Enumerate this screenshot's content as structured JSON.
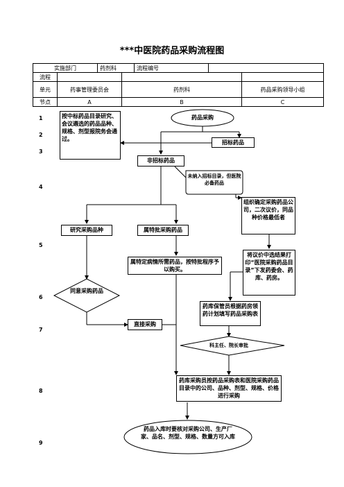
{
  "title": "***中医院药品采购流程图",
  "header": {
    "row1": {
      "c0": "实施部门",
      "c1": "药剂科",
      "c2": "流程编号",
      "c3": ""
    },
    "row2": {
      "c0": "流程",
      "c1": "",
      "c2": "",
      "c3": ""
    },
    "row3": {
      "c0": "单元",
      "c1": "药事管理委员会",
      "c2": "药剂科",
      "c3": "药品采购领导小组"
    },
    "row4": {
      "c0": "节点",
      "c1": "A",
      "c2": "B",
      "c3": "C"
    }
  },
  "row_numbers": [
    "1",
    "2",
    "3",
    "4",
    "5",
    "6",
    "7",
    "8",
    "9"
  ],
  "nodes": {
    "committee_select": "按中标药品目录研究、会议遴选的药品品种、规格、剂型报院务会通过。",
    "drug_purchase": "药品采购",
    "tender_drugs": "招标药品",
    "non_tender_drugs": "非招标药品",
    "note_not_in_tender": "未纳入招标目录，但医院必备药品",
    "organize_company": "组织确定采购药品公司，二次议价，同品种价格最低者",
    "research_varieties": "研究采购品种",
    "special_approval": "属特批采购药品",
    "print_catalog": "将议价中选结果打印“医院采购药品目录”下发药委会、药库、药房。",
    "special_disease": "属特定病情所需药品，按特批程序予以购买。",
    "agree_purchase": "同意采购药品",
    "warehouse_fill": "药库保管员根据药房领药计划填写药品采购表",
    "direct_purchase": "直接采购",
    "director_approval": "科主任、院长审批",
    "buyer_purchase": "药库采购员按药品采购表和医院采购药品目录中的公司、品种、剂型、规格、价格进行采购",
    "warehouse_check": "药品入库时要核对采购公司、生产厂家、品名、剂型、规格、数量方可入库"
  }
}
